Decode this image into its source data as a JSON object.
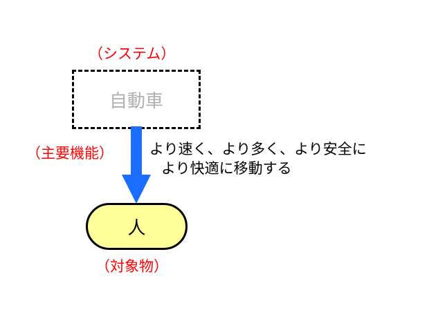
{
  "system": {
    "label": "（システム）",
    "name": "自動車"
  },
  "main_function": {
    "label": "（主要機能）",
    "description_line1": "より速く、より多く、より安全に",
    "description_line2": "より快適に移動する"
  },
  "object": {
    "name": "人",
    "label": "（対象物）"
  },
  "colors": {
    "label_red": "#ff0000",
    "arrow_blue": "#1a6dff",
    "object_fill": "#ffff99",
    "system_text_gray": "#b0b0b0"
  }
}
